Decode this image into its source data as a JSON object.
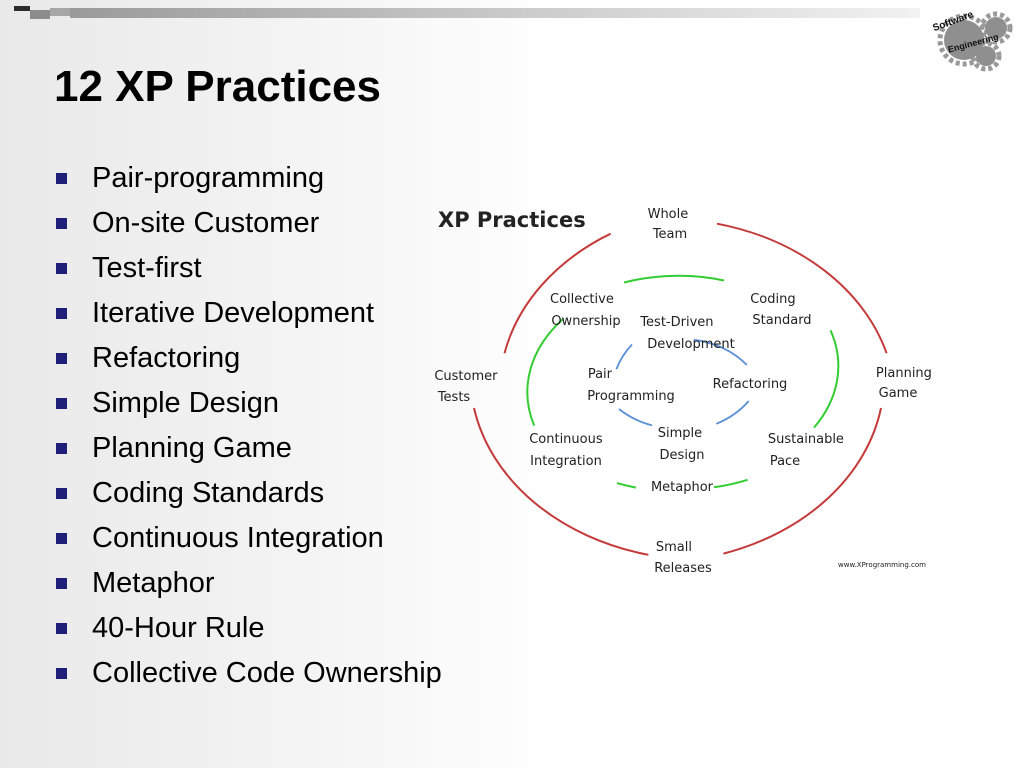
{
  "slide": {
    "title": "12 XP Practices",
    "bullets": [
      "Pair-programming",
      "On-site Customer",
      "Test-first",
      "Iterative Development",
      "Refactoring",
      "Simple Design",
      "Planning Game",
      "Coding Standards",
      "Continuous Integration",
      "Metaphor",
      "40-Hour Rule",
      "Collective Code Ownership"
    ],
    "bullet_color": "#1f1f7a"
  },
  "logo": {
    "line1": "Software",
    "line2": "Engineering"
  },
  "diagram": {
    "title": "XP Practices",
    "credit": "www.XProgramming.com",
    "ring_colors": {
      "outer": "#c43a3a",
      "middle": "#33cc33",
      "inner": "#5b8fd6"
    },
    "outer": {
      "whole_team": [
        "Whole",
        "Team"
      ],
      "planning_game": [
        "Planning",
        "Game"
      ],
      "small_releases": [
        "Small",
        "Releases"
      ],
      "customer_tests": [
        "Customer",
        "Tests"
      ]
    },
    "middle": {
      "collective_ownership": [
        "Collective",
        "Ownership"
      ],
      "coding_standard": [
        "Coding",
        "Standard"
      ],
      "sustainable_pace": [
        "Sustainable",
        "Pace"
      ],
      "metaphor": "Metaphor",
      "continuous_integration": [
        "Continuous",
        "Integration"
      ]
    },
    "inner": {
      "test_driven_development": [
        "Test-Driven",
        "Development"
      ],
      "refactoring": "Refactoring",
      "simple_design": [
        "Simple",
        "Design"
      ],
      "pair_programming": [
        "Pair",
        "Programming"
      ]
    }
  }
}
